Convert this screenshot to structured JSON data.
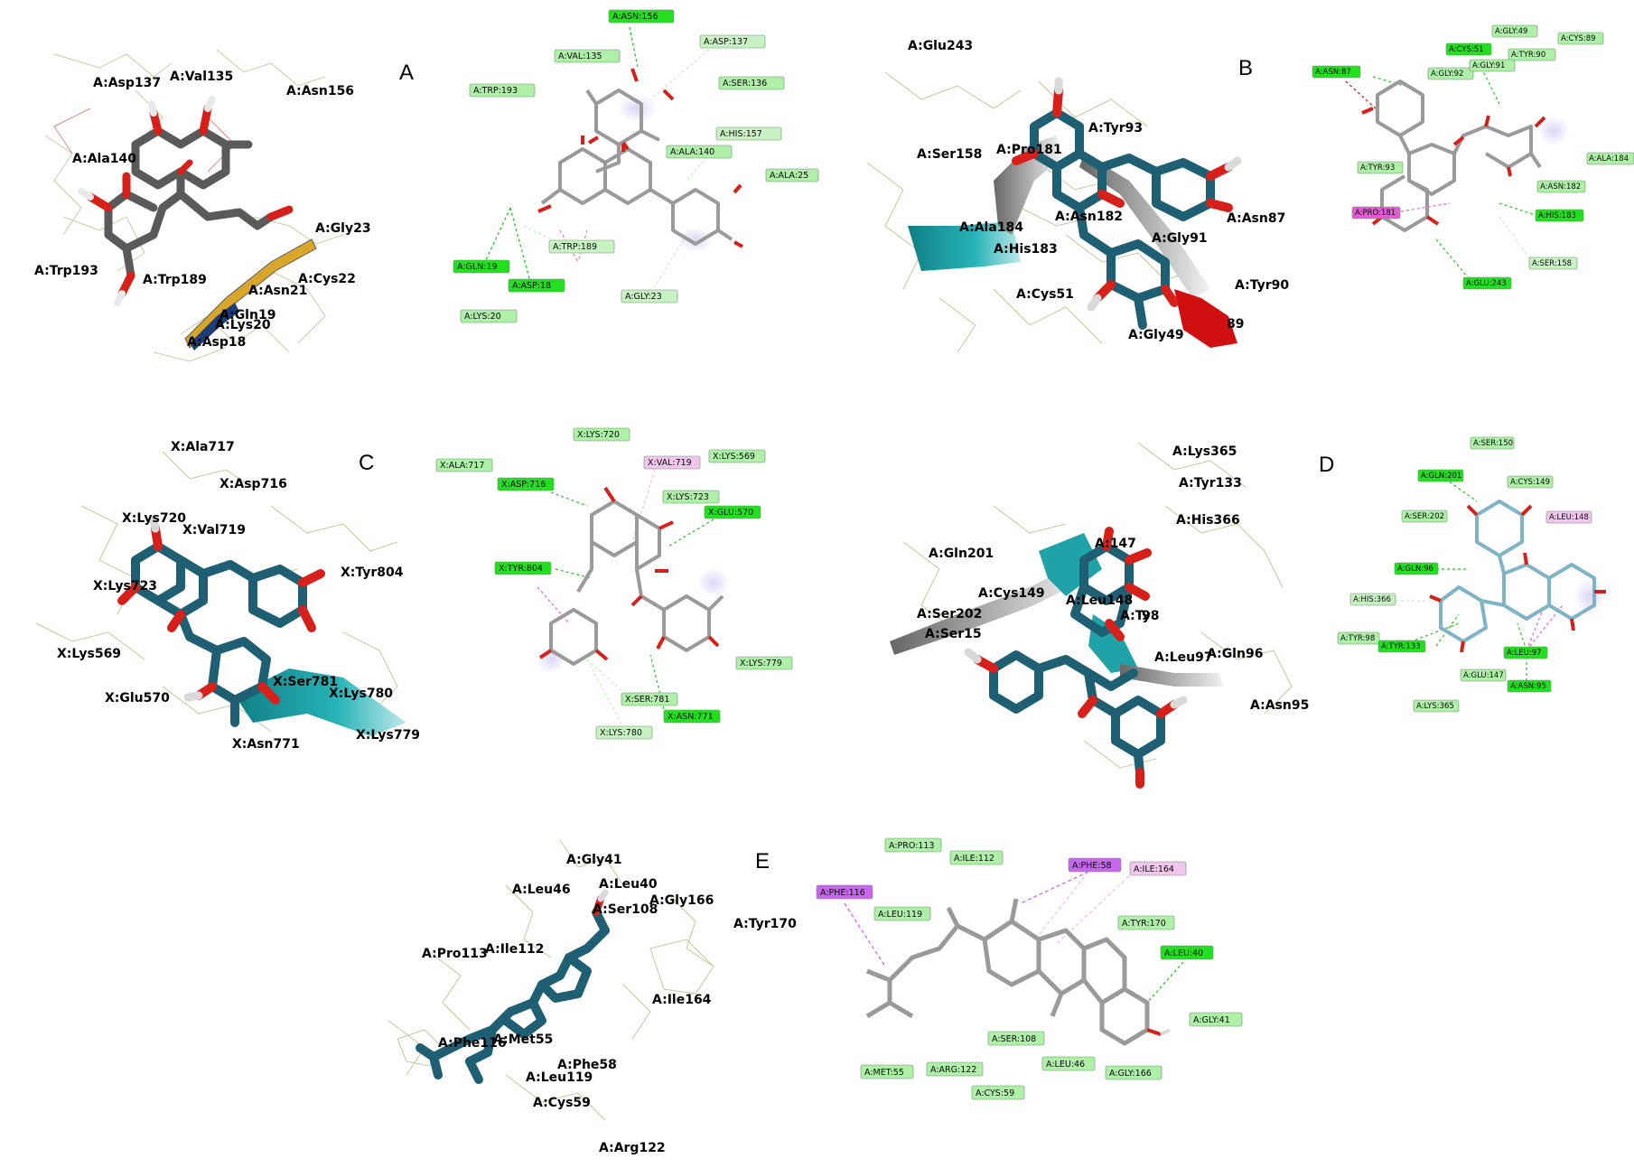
{
  "colors": {
    "hbond_strong": "#22e01f",
    "hbond_weak": "#c9f2c4",
    "vdw": "#aef0a8",
    "pi_alkyl": "#f3c6f0",
    "pi_pi": "#e35ad7",
    "pi_sigma": "#c966f0",
    "dark_carbon": "#555555",
    "teal_carbon": "#1f5f73",
    "light_carbon": "#9a9a9a",
    "oxygen": "#d8201a",
    "hydrogen": "#e9e9e9",
    "ribbon_teal": "#1fa3a8",
    "ribbon_red": "#d01010",
    "line_ligand": "#c9c79a"
  },
  "panels": [
    {
      "letter": "A",
      "residues_3d": [
        "A:Asp137",
        "A:Val135",
        "A:Asn156",
        "A:Ala140",
        "A:Gly23",
        "A:Cys22",
        "A:Asn21",
        "A:Trp193",
        "A:Trp189",
        "A:Gln19",
        "A:Lys20",
        "A:Asp18"
      ],
      "tags_2d": [
        {
          "text": "A:ASN:156",
          "kind": "hbond_strong"
        },
        {
          "text": "A:VAL:135",
          "kind": "vdw"
        },
        {
          "text": "A:ASP:137",
          "kind": "hbond_weak"
        },
        {
          "text": "A:TRP:193",
          "kind": "vdw"
        },
        {
          "text": "A:SER:136",
          "kind": "vdw"
        },
        {
          "text": "A:HIS:157",
          "kind": "hbond_weak"
        },
        {
          "text": "A:ALA:140",
          "kind": "vdw"
        },
        {
          "text": "A:ALA:25",
          "kind": "vdw"
        },
        {
          "text": "A:TRP:189",
          "kind": "hbond_weak"
        },
        {
          "text": "A:GLN:19",
          "kind": "hbond_strong"
        },
        {
          "text": "A:ASP:18",
          "kind": "hbond_strong"
        },
        {
          "text": "A:GLY:23",
          "kind": "hbond_weak"
        },
        {
          "text": "A:LYS:20",
          "kind": "vdw"
        }
      ]
    },
    {
      "letter": "B",
      "residues_3d": [
        "A:Glu243",
        "A:Ser158",
        "A:Pro181",
        "A:Tyr93",
        "A:Ala184",
        "A:Asn182",
        "A:His183",
        "A:Asn87",
        "A:Gly91",
        "A:Cys51",
        "A:Tyr90",
        "A:Gly49",
        "89"
      ],
      "tags_2d": [
        {
          "text": "A:GLY:49",
          "kind": "vdw"
        },
        {
          "text": "A:CYS:89",
          "kind": "vdw"
        },
        {
          "text": "A:CYS:51",
          "kind": "hbond_strong"
        },
        {
          "text": "A:TYR:90",
          "kind": "vdw"
        },
        {
          "text": "A:ASN:87",
          "kind": "hbond_strong"
        },
        {
          "text": "A:GLY:92",
          "kind": "vdw"
        },
        {
          "text": "A:GLY:91",
          "kind": "vdw"
        },
        {
          "text": "A:ALA:184",
          "kind": "vdw"
        },
        {
          "text": "A:TYR:93",
          "kind": "vdw"
        },
        {
          "text": "A:ASN:182",
          "kind": "vdw"
        },
        {
          "text": "A:PRO:181",
          "kind": "pi_pi"
        },
        {
          "text": "A:HIS:183",
          "kind": "hbond_strong"
        },
        {
          "text": "A:SER:158",
          "kind": "hbond_weak"
        },
        {
          "text": "A:GLU:243",
          "kind": "hbond_strong"
        }
      ]
    },
    {
      "letter": "C",
      "residues_3d": [
        "X:Ala717",
        "X:Asp716",
        "X:Lys720",
        "X:Val719",
        "X:Tyr804",
        "X:Lys723",
        "X:Lys569",
        "X:Ser781",
        "X:Lys780",
        "X:Glu570",
        "X:Lys779",
        "X:Asn771"
      ],
      "tags_2d": [
        {
          "text": "X:LYS:720",
          "kind": "vdw"
        },
        {
          "text": "X:ALA:717",
          "kind": "vdw"
        },
        {
          "text": "X:VAL:719",
          "kind": "pi_alkyl"
        },
        {
          "text": "X:LYS:569",
          "kind": "vdw"
        },
        {
          "text": "X:ASP:716",
          "kind": "hbond_strong"
        },
        {
          "text": "X:LYS:723",
          "kind": "vdw"
        },
        {
          "text": "X:GLU:570",
          "kind": "hbond_strong"
        },
        {
          "text": "X:TYR:804",
          "kind": "hbond_strong"
        },
        {
          "text": "X:LYS:779",
          "kind": "vdw"
        },
        {
          "text": "X:SER:781",
          "kind": "vdw"
        },
        {
          "text": "X:ASN:771",
          "kind": "hbond_strong"
        },
        {
          "text": "X:LYS:780",
          "kind": "hbond_weak"
        }
      ]
    },
    {
      "letter": "D",
      "residues_3d": [
        "A:Lys365",
        "A:Tyr133",
        "A:His366",
        "A:Gln201",
        "A:147",
        "A:Cys149",
        "A:Leu148",
        "A:Ty",
        "98",
        "A:Ser202",
        "A:Ser15",
        "A:Leu97",
        "A:Gln96",
        "A:Asn95"
      ],
      "tags_2d": [
        {
          "text": "A:SER:150",
          "kind": "vdw"
        },
        {
          "text": "A:GLN:201",
          "kind": "hbond_strong"
        },
        {
          "text": "A:CYS:149",
          "kind": "vdw"
        },
        {
          "text": "A:SER:202",
          "kind": "vdw"
        },
        {
          "text": "A:LEU:148",
          "kind": "pi_alkyl"
        },
        {
          "text": "A:GLN:96",
          "kind": "hbond_strong"
        },
        {
          "text": "A:HIS:366",
          "kind": "hbond_weak"
        },
        {
          "text": "A:TYR:98",
          "kind": "vdw"
        },
        {
          "text": "A:TYR:133",
          "kind": "hbond_strong"
        },
        {
          "text": "A:LEU:97",
          "kind": "hbond_strong"
        },
        {
          "text": "A:GLU:147",
          "kind": "vdw"
        },
        {
          "text": "A:ASN:95",
          "kind": "hbond_strong"
        },
        {
          "text": "A:LYS:365",
          "kind": "vdw"
        }
      ]
    },
    {
      "letter": "E",
      "residues_3d": [
        "A:Gly41",
        "A:Leu40",
        "A:Leu46",
        "A:Gly166",
        "A:Ser108",
        "A:Tyr170",
        "A:Pro113",
        "A:Ile112",
        "A:Ile164",
        "A:Phe116",
        "A:Met55",
        "A:Phe58",
        "A:Leu119",
        "A:Cys59",
        "A:Arg122"
      ],
      "tags_2d": [
        {
          "text": "A:PRO:113",
          "kind": "vdw"
        },
        {
          "text": "A:ILE:112",
          "kind": "vdw"
        },
        {
          "text": "A:PHE:58",
          "kind": "pi_sigma"
        },
        {
          "text": "A:ILE:164",
          "kind": "pi_alkyl"
        },
        {
          "text": "A:PHE:116",
          "kind": "pi_sigma"
        },
        {
          "text": "A:LEU:119",
          "kind": "vdw"
        },
        {
          "text": "A:TYR:170",
          "kind": "vdw"
        },
        {
          "text": "A:LEU:40",
          "kind": "hbond_strong"
        },
        {
          "text": "A:GLY:41",
          "kind": "vdw"
        },
        {
          "text": "A:SER:108",
          "kind": "vdw"
        },
        {
          "text": "A:MET:55",
          "kind": "vdw"
        },
        {
          "text": "A:ARG:122",
          "kind": "vdw"
        },
        {
          "text": "A:LEU:46",
          "kind": "vdw"
        },
        {
          "text": "A:GLY:166",
          "kind": "vdw"
        },
        {
          "text": "A:CYS:59",
          "kind": "vdw"
        }
      ]
    }
  ]
}
